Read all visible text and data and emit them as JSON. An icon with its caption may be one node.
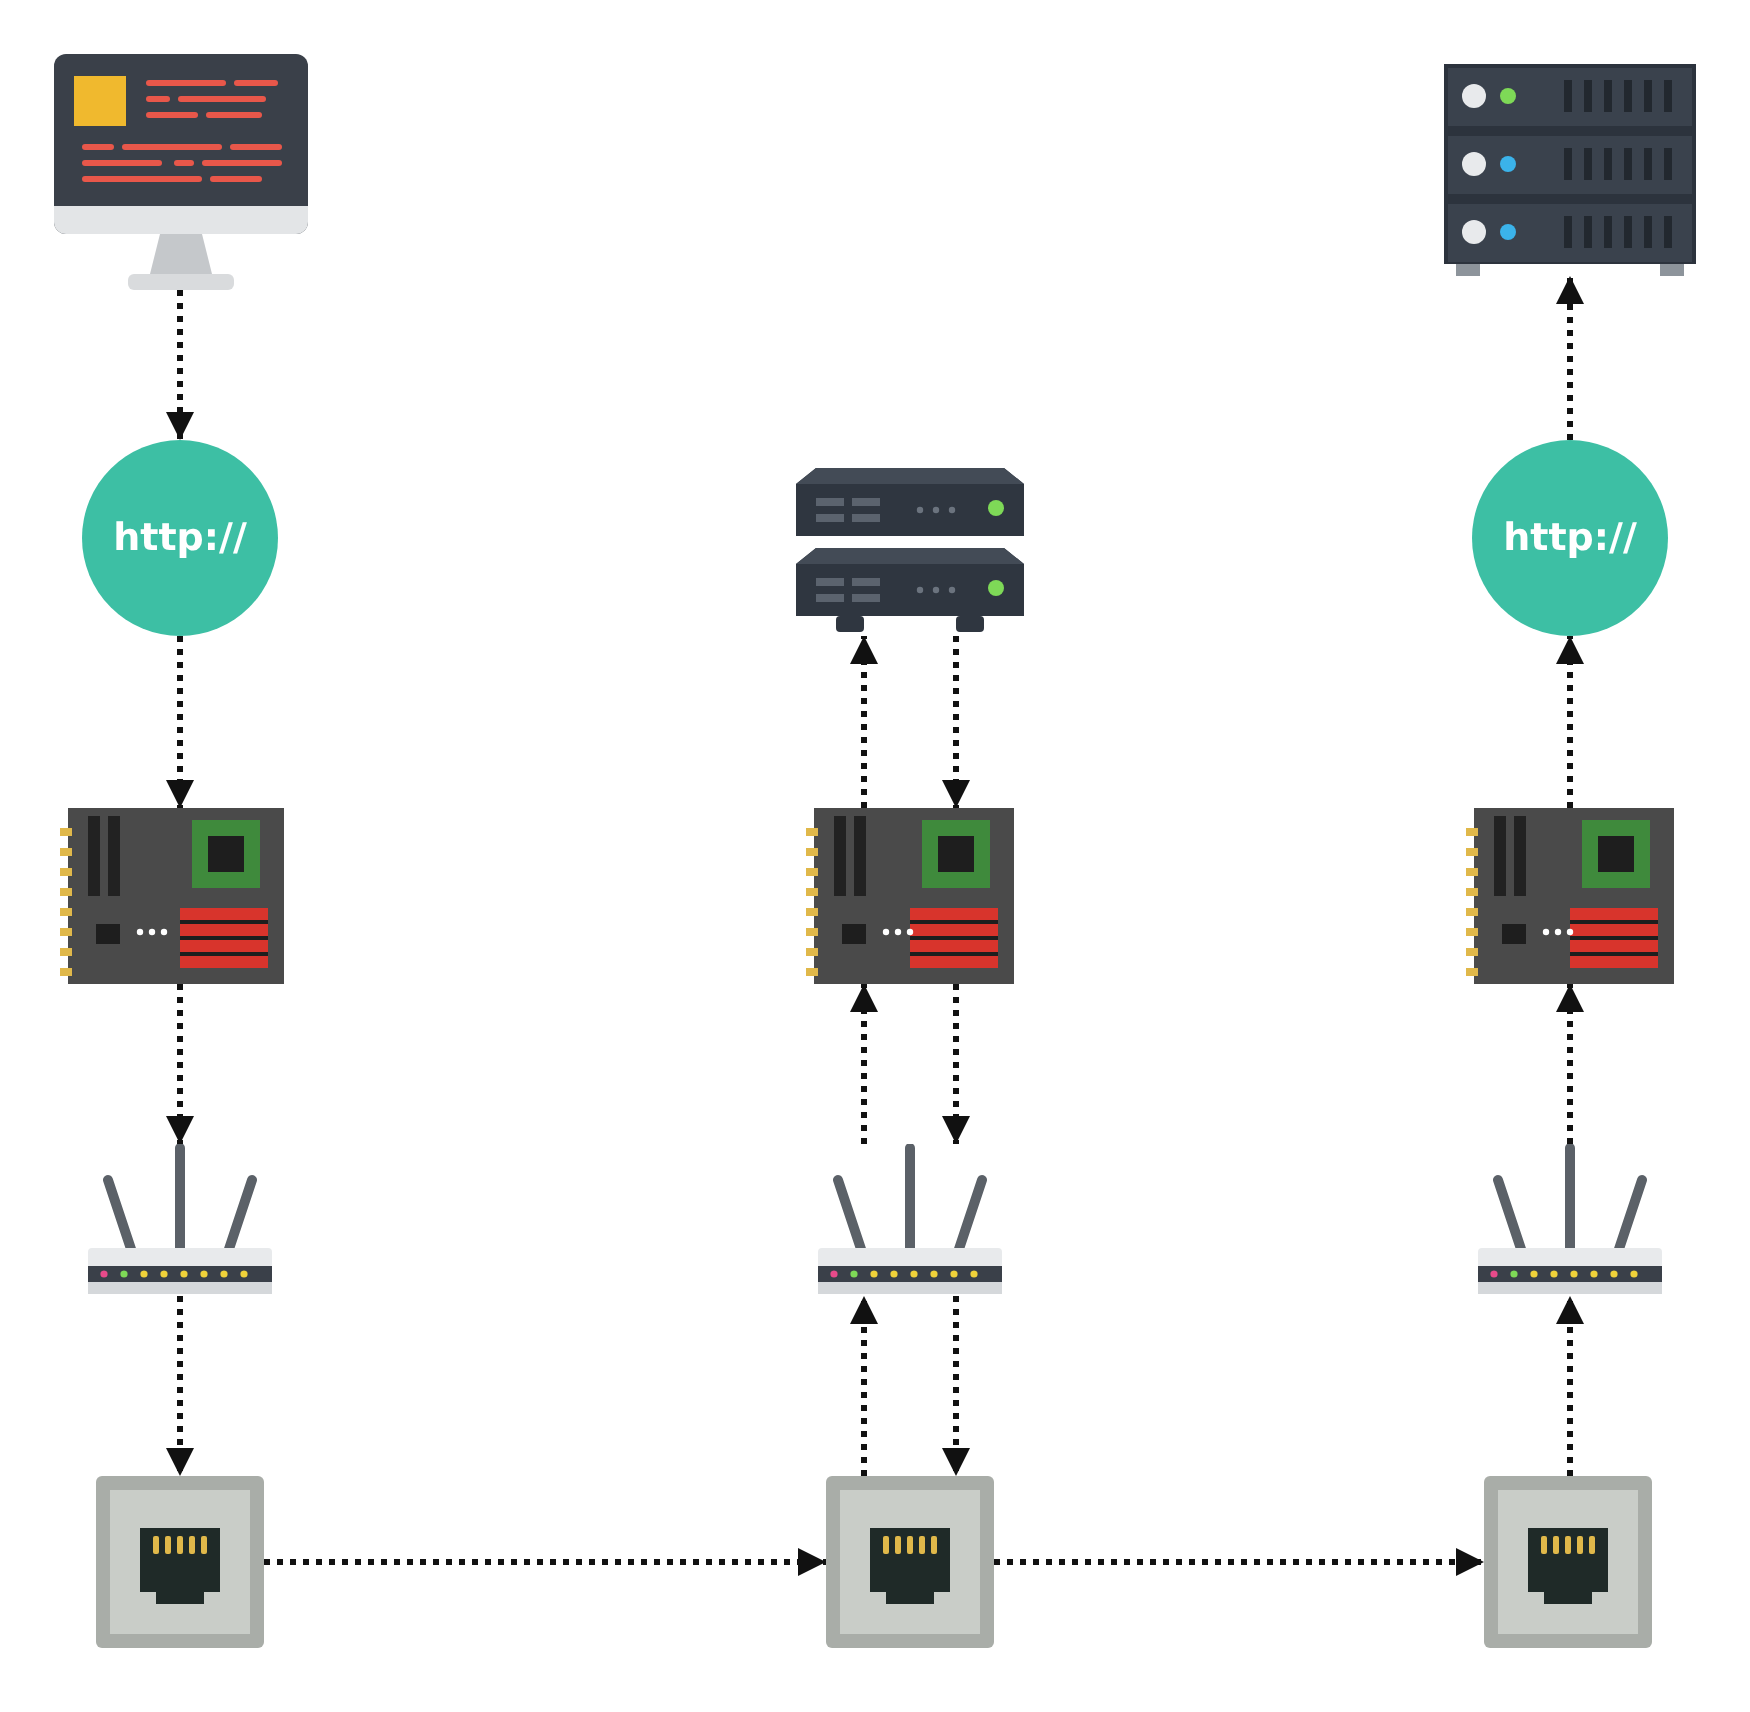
{
  "diagram": {
    "nodes": [
      {
        "text": [],
        "shape": "picture"
      },
      {
        "text": [],
        "shape": "picture"
      },
      {
        "text": [
          "http://"
        ]
      },
      {
        "text": [],
        "shape": "picture"
      },
      {
        "text": [
          "http://"
        ]
      },
      {
        "text": [],
        "shape": "picture"
      },
      {
        "text": [],
        "shape": "picture"
      },
      {
        "text": [],
        "shape": "picture"
      },
      {
        "text": [],
        "shape": "picture"
      },
      {
        "text": [],
        "shape": "picture"
      },
      {
        "text": [],
        "shape": "picture"
      },
      {
        "text": [],
        "shape": "picture"
      },
      {
        "text": [],
        "shape": "picture"
      },
      {
        "text": [],
        "shape": "picture"
      }
    ],
    "edges": [
      {
        "from": 0,
        "to": 2,
        "arrow": "to"
      },
      {
        "from": 2,
        "to": 5,
        "arrow": "to"
      },
      {
        "from": 5,
        "to": 8,
        "arrow": "to"
      },
      {
        "from": 8,
        "to": 11,
        "arrow": "to"
      },
      {
        "from": 11,
        "to": 12,
        "arrow": "to"
      },
      {
        "from": 12,
        "to": 13,
        "arrow": "to"
      },
      {
        "from": 6,
        "to": 3,
        "arrow": "to"
      },
      {
        "from": 3,
        "to": 6,
        "arrow": "to"
      },
      {
        "from": 9,
        "to": 6,
        "arrow": "to"
      },
      {
        "from": 6,
        "to": 9,
        "arrow": "to"
      },
      {
        "from": 12,
        "to": 9,
        "arrow": "to"
      },
      {
        "from": 9,
        "to": 12,
        "arrow": "to"
      },
      {
        "from": 13,
        "to": 10,
        "arrow": "to"
      },
      {
        "from": 10,
        "to": 7,
        "arrow": "to"
      },
      {
        "from": 7,
        "to": 4,
        "arrow": "to"
      },
      {
        "from": 4,
        "to": 1,
        "arrow": "to"
      }
    ]
  }
}
